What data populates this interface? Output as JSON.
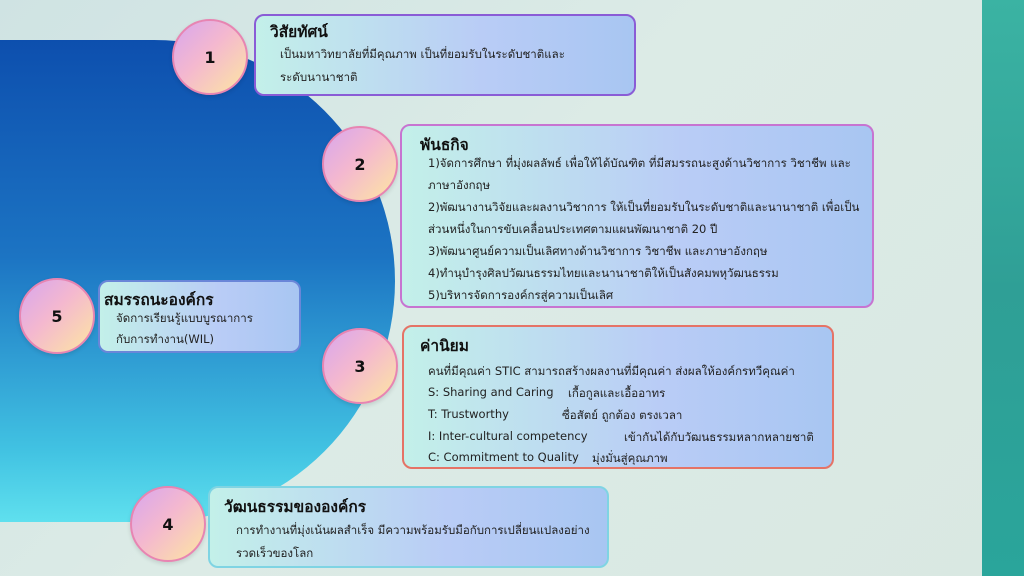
{
  "vision": {
    "number": "1",
    "title": "วิสัยทัศน์",
    "lines": [
      "เป็นมหาวิทยาลัยที่มีคุณภาพ เป็นที่ยอมรับในระดับชาติและ",
      "ระดับนานาชาติ"
    ]
  },
  "mission": {
    "number": "2",
    "title": "พันธกิจ",
    "lines": [
      "1)จัดการศึกษา ที่มุ่งผลลัพธ์  เพื่อให้ได้บัณฑิต ที่มีสมรรถนะสูงด้านวิชาการ วิชาชีพ และ",
      "ภาษาอังกฤษ",
      "2)พัฒนางานวิจัยและผลงานวิชาการ ให้เป็นที่ยอมรับในระดับชาติและนานาชาติ เพื่อเป็น",
      "ส่วนหนึ่งในการขับเคลื่อนประเทศตามแผนพัฒนาชาติ 20 ปี",
      "3)พัฒนาศูนย์ความเป็นเลิศทางด้านวิชาการ วิชาชีพ และภาษาอังกฤษ",
      "4)ทำนุบำรุงศิลปวัฒนธรรมไทยและนานาชาติให้เป็นสังคมพหุวัฒนธรรม",
      "5)บริหารจัดการองค์กรสู่ความเป็นเลิศ"
    ]
  },
  "values": {
    "number": "3",
    "title": "ค่านิยม",
    "intro": "คนที่มีคุณค่า STIC สามารถสร้างผลงานที่มีคุณค่า ส่งผลให้องค์กรทวีคุณค่า",
    "items": [
      {
        "en": "S: Sharing and Caring",
        "th": "เกื้อกูลและเอื้ออาทร"
      },
      {
        "en": "T: Trustworthy",
        "th": "ซื่อสัตย์ ถูกต้อง ตรงเวลา"
      },
      {
        "en": "I: Inter-cultural competency",
        "th": "เข้ากันได้กับวัฒนธรรมหลากหลายชาติ"
      },
      {
        "en": "C: Commitment to Quality",
        "th": "มุ่งมั่นสู่คุณภาพ"
      }
    ]
  },
  "culture": {
    "number": "4",
    "title": "วัฒนธรรมขององค์กร",
    "lines": [
      "การทำงานที่มุ่งเน้นผลสำเร็จ มีความพร้อมรับมือกับการเปลี่ยนแปลงอย่าง",
      "รวดเร็วของโลก"
    ]
  },
  "competency": {
    "number": "5",
    "title": "สมรรถนะองค์กร",
    "lines": [
      "จัดการเรียนรู้แบบบูรณาการ",
      "กับการทำงาน(WIL)"
    ]
  },
  "colors": {
    "disc_top": "#0d4fae",
    "disc_bottom": "#5fe0ee",
    "teal_strip": "#2f9f96"
  }
}
